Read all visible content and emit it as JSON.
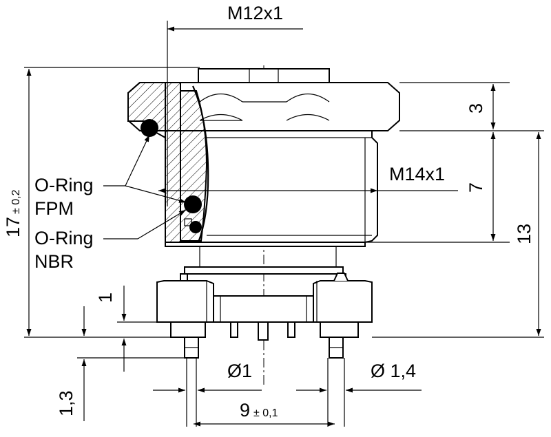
{
  "labels": {
    "m12": "M12x1",
    "m14": "M14x1",
    "dim3": "3",
    "dim7": "7",
    "dim13": "13",
    "dim17": "17",
    "tol17": "± 0,2",
    "oring1_a": "O-Ring",
    "oring1_b": "FPM",
    "oring2_a": "O-Ring",
    "oring2_b": "NBR",
    "dim1": "1",
    "dim13b": "1,3",
    "dia1": "Ø1",
    "dia14": "Ø 1,4",
    "dim9": "9",
    "tol9": "± 0,1"
  }
}
